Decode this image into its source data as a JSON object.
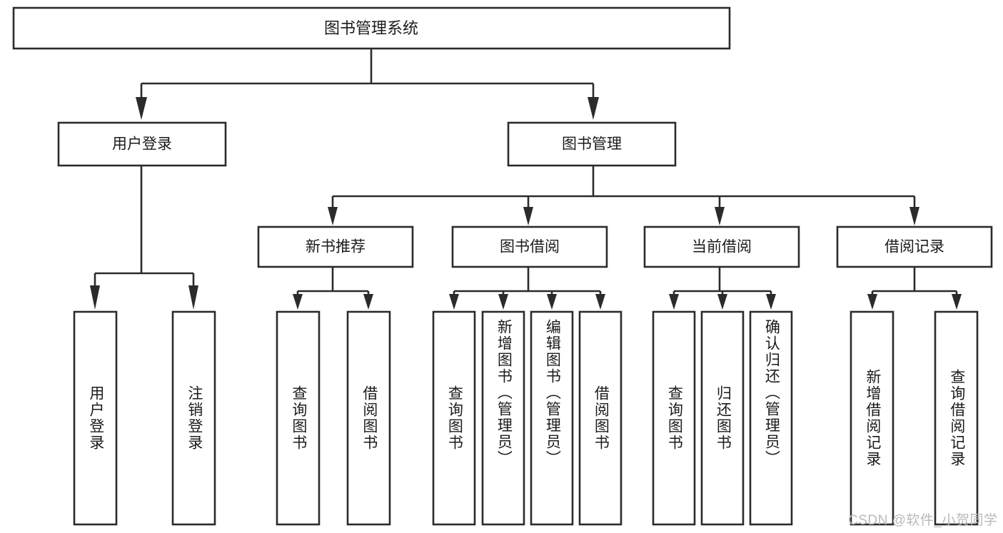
{
  "diagram": {
    "type": "tree",
    "title": "图书管理系统",
    "root": {
      "label": "图书管理系统",
      "orientation": "horizontal"
    },
    "level2": [
      {
        "label": "用户登录",
        "orientation": "horizontal"
      },
      {
        "label": "图书管理",
        "orientation": "horizontal"
      }
    ],
    "level3": [
      {
        "label": "新书推荐",
        "orientation": "horizontal",
        "parent": "图书管理"
      },
      {
        "label": "图书借阅",
        "orientation": "horizontal",
        "parent": "图书管理"
      },
      {
        "label": "当前借阅",
        "orientation": "horizontal",
        "parent": "图书管理"
      },
      {
        "label": "借阅记录",
        "orientation": "horizontal",
        "parent": "图书管理"
      }
    ],
    "leaves": {
      "user_login": [
        {
          "label": "用户登录",
          "orientation": "vertical"
        },
        {
          "label": "注销登录",
          "orientation": "vertical"
        }
      ],
      "new_book_recommend": [
        {
          "label": "查询图书",
          "orientation": "vertical"
        },
        {
          "label": "借阅图书",
          "orientation": "vertical"
        }
      ],
      "book_borrow": [
        {
          "label": "查询图书",
          "orientation": "vertical"
        },
        {
          "label": "新增图书（管理员）",
          "orientation": "vertical"
        },
        {
          "label": "编辑图书（管理员）",
          "orientation": "vertical"
        },
        {
          "label": "借阅图书",
          "orientation": "vertical"
        }
      ],
      "current_borrow": [
        {
          "label": "查询图书",
          "orientation": "vertical"
        },
        {
          "label": "归还图书",
          "orientation": "vertical"
        },
        {
          "label": "确认归还（管理员）",
          "orientation": "vertical"
        }
      ],
      "borrow_record": [
        {
          "label": "新增借阅记录",
          "orientation": "vertical"
        },
        {
          "label": "查询借阅记录",
          "orientation": "vertical"
        }
      ]
    }
  },
  "watermark": {
    "text": "CSDN @软件_小贺同学"
  },
  "colors": {
    "background": "#ffffff",
    "box_fill": "#ffffff",
    "box_stroke": "#2b2b2b",
    "text": "#1b1b1b",
    "watermark": "#b9b9b9"
  }
}
